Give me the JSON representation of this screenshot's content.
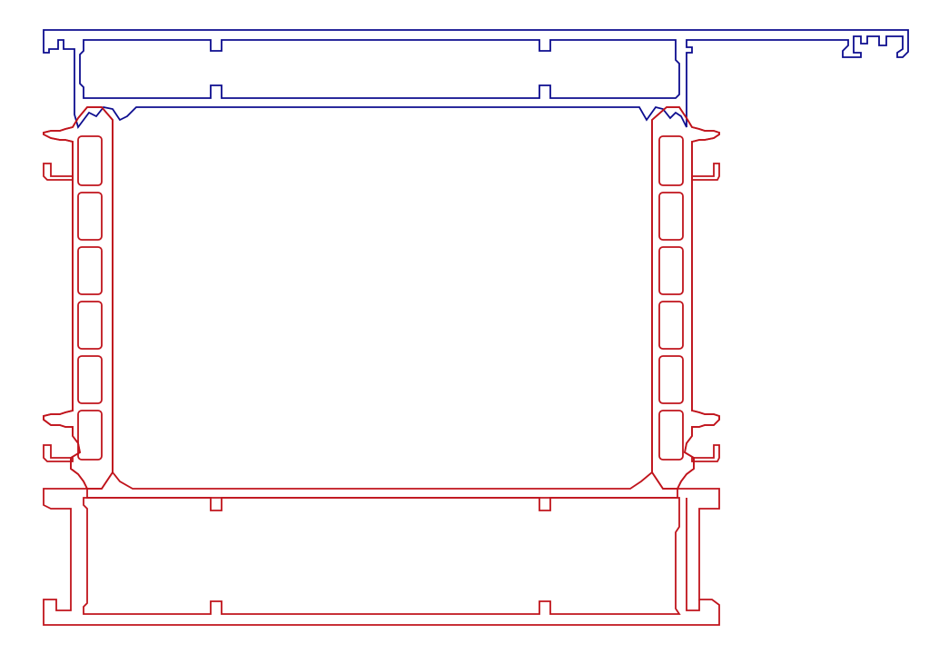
{
  "drawing": {
    "background": "#ffffff",
    "colors": {
      "top_profile": "#0d0d8f",
      "frame_profiles": "#c0141c",
      "hatch": "#c0141c"
    },
    "parts": [
      "top-cap-profile",
      "left-mullion-profile",
      "right-mullion-profile",
      "bottom-sill-profile"
    ]
  }
}
